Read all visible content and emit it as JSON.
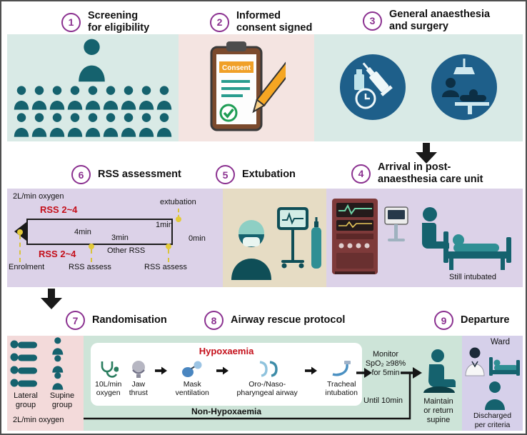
{
  "colors": {
    "accent_purple": "#8b3190",
    "alert_red": "#c40f1a",
    "icon_teal": "#15626e",
    "panel_teal": "#d9eae6",
    "panel_pink": "#f4e4e1",
    "panel_purple": "#dcd2e8",
    "panel_tan": "#e6dcc4",
    "panel_rose": "#f3dada",
    "panel_green": "#cde4d8",
    "panel_lavender": "#d6d0ea",
    "timeline_yellow": "#e3ca39"
  },
  "steps": {
    "screening": {
      "num": "1",
      "title": "Screening\nfor eligibility"
    },
    "consent": {
      "num": "2",
      "title": "Informed\nconsent signed"
    },
    "anaesthesia": {
      "num": "3",
      "title": "General anaesthesia\nand surgery"
    },
    "pacu": {
      "num": "4",
      "title": "Arrival in post-\nanaesthesia care unit"
    },
    "extubation": {
      "num": "5",
      "title": "Extubation"
    },
    "rss": {
      "num": "6",
      "title": "RSS assessment"
    },
    "randomisation": {
      "num": "7",
      "title": "Randomisation"
    },
    "rescue": {
      "num": "8",
      "title": "Airway rescue protocol"
    },
    "departure": {
      "num": "9",
      "title": "Departure"
    }
  },
  "consent": {
    "band_label": "Consent"
  },
  "timeline": {
    "oxygen": "2L/min oxygen",
    "rss_range_top": "RSS 2~4",
    "rss_range_bottom": "RSS 2~4",
    "extubation": "extubation",
    "t4": "4min",
    "t3": "3min",
    "t1": "1min",
    "t0": "0min",
    "other_rss": "Other RSS",
    "enrolment": "Enrolment",
    "rss_assess_1": "RSS assess",
    "rss_assess_2": "RSS assess"
  },
  "pacu": {
    "still_intubated": "Still intubated"
  },
  "randomisation": {
    "lateral": "Lateral\ngroup",
    "supine": "Supine\ngroup",
    "oxygen": "2L/min oxygen"
  },
  "rescue": {
    "hypoxaemia": "Hypoxaemia",
    "steps": [
      {
        "label": "10L/min\noxygen"
      },
      {
        "label": "Jaw\nthrust"
      },
      {
        "label": "Mask\nventilation"
      },
      {
        "label": "Oro-/Naso-\npharyngeal airway"
      },
      {
        "label": "Tracheal\nintubation"
      }
    ],
    "monitor": "Monitor\nSpO₂ ≥98%\nfor 5min",
    "non_hypoxaemia": "Non-Hypoxaemia",
    "until": "Until 10min",
    "maintain": "Maintain\nor return\nsupine"
  },
  "departure": {
    "ward": "Ward",
    "discharged": "Discharged\nper criteria"
  }
}
